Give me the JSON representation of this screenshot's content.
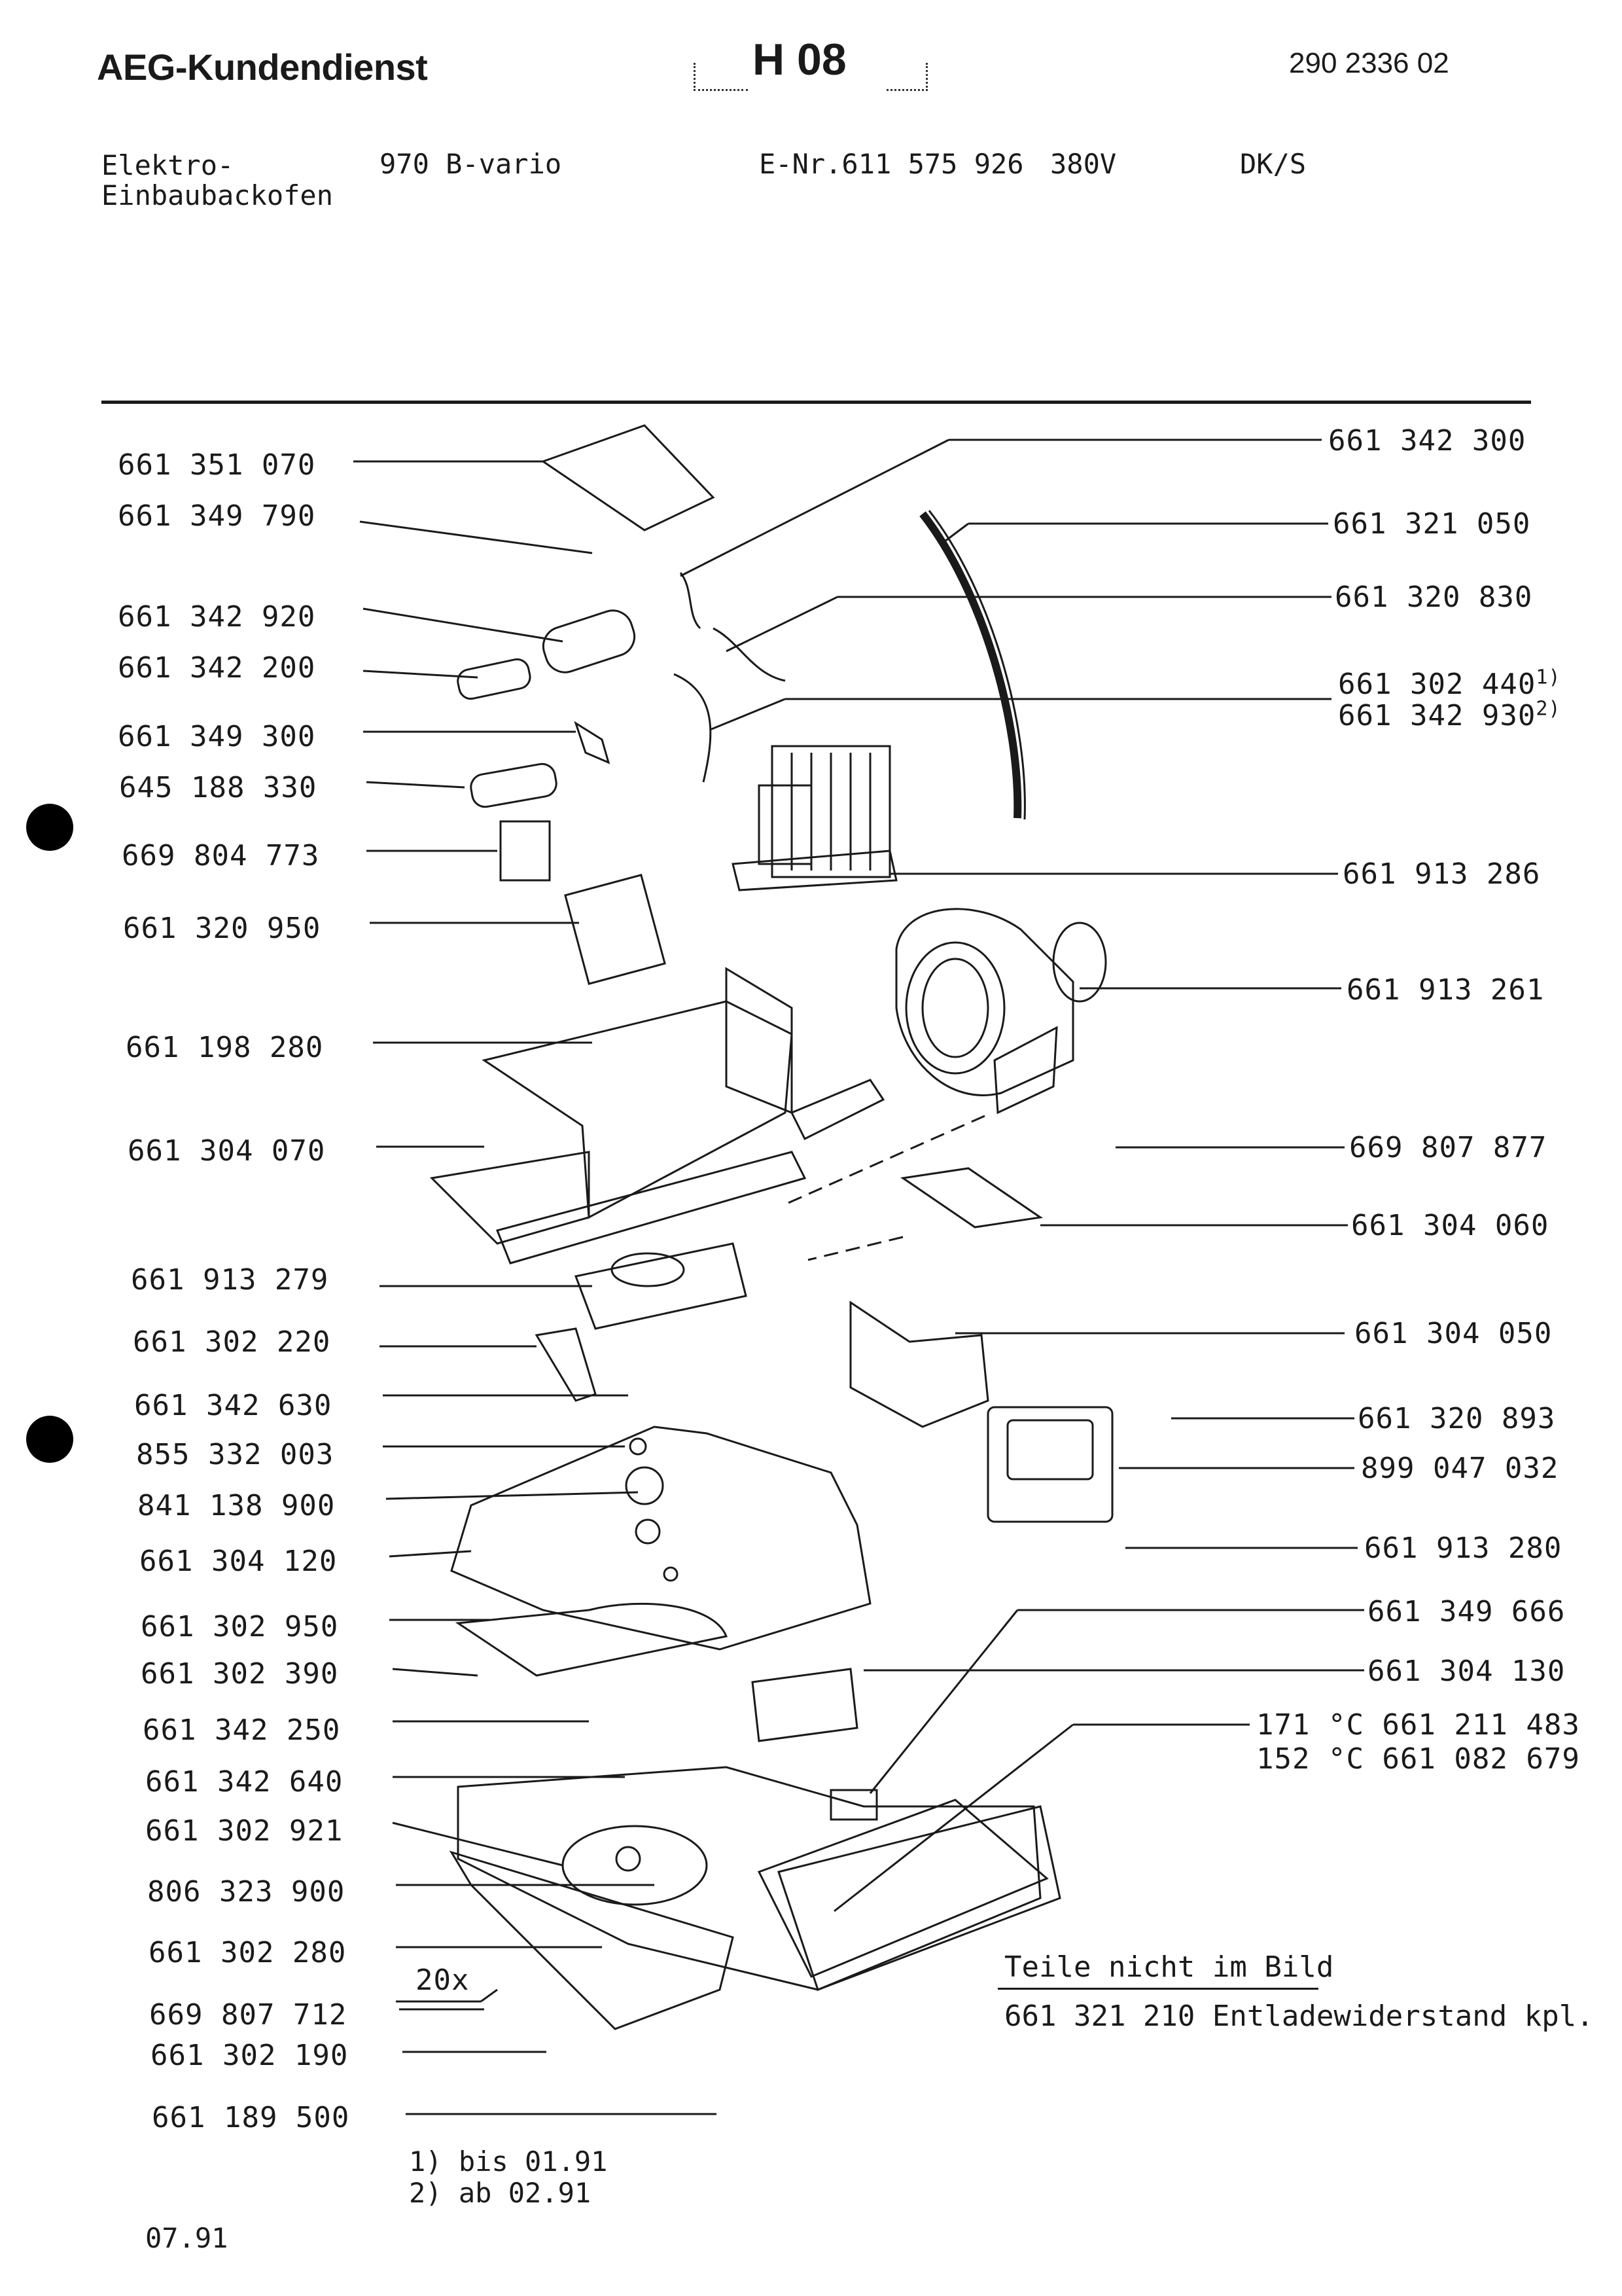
{
  "header": {
    "brand": "AEG-Kundendienst",
    "section_code": "H 08",
    "doc_number": "290 2336 02"
  },
  "appliance": {
    "type_line1": "Elektro-",
    "type_line2": "Einbaubackofen",
    "model": "970 B-vario",
    "e_nr": "E-Nr.611 575 926",
    "voltage": "380V",
    "market": "DK/S"
  },
  "parts_left": [
    "661 351 070",
    "661 349 790",
    "661 342 920",
    "661 342 200",
    "661 349 300",
    "645 188 330",
    "669 804 773",
    "661 320 950",
    "661 198 280",
    "661 304 070",
    "661 913 279",
    "661 302 220",
    "661 342 630",
    "855 332 003",
    "841 138 900",
    "661 304 120",
    "661 302 950",
    "661 302 390",
    "661 342 250",
    "661 342 640",
    "661 302 921",
    "806 323 900",
    "661 302 280",
    "669 807 712",
    "661 302 190",
    "661 189 500"
  ],
  "parts_right": [
    "661 342 300",
    "661 321 050",
    "661 320 830",
    "661 302 440",
    "661 342 930",
    "661 913 286",
    "661 913 261",
    "669 807 877",
    "661 304 060",
    "661 304 050",
    "661 320 893",
    "899 047 032",
    "661 913 280",
    "661 349 666",
    "661 304 130",
    "171 °C 661 211 483",
    "152 °C 661 082 679"
  ],
  "superscripts": {
    "a": "1)",
    "b": "2)"
  },
  "screw_qty": "20x",
  "notes": {
    "title": "Teile nicht im Bild",
    "item": "661 321 210 Entladewiderstand kpl."
  },
  "footnotes": [
    "1) bis 01.91",
    "2) ab 02.91"
  ],
  "date": "07.91"
}
